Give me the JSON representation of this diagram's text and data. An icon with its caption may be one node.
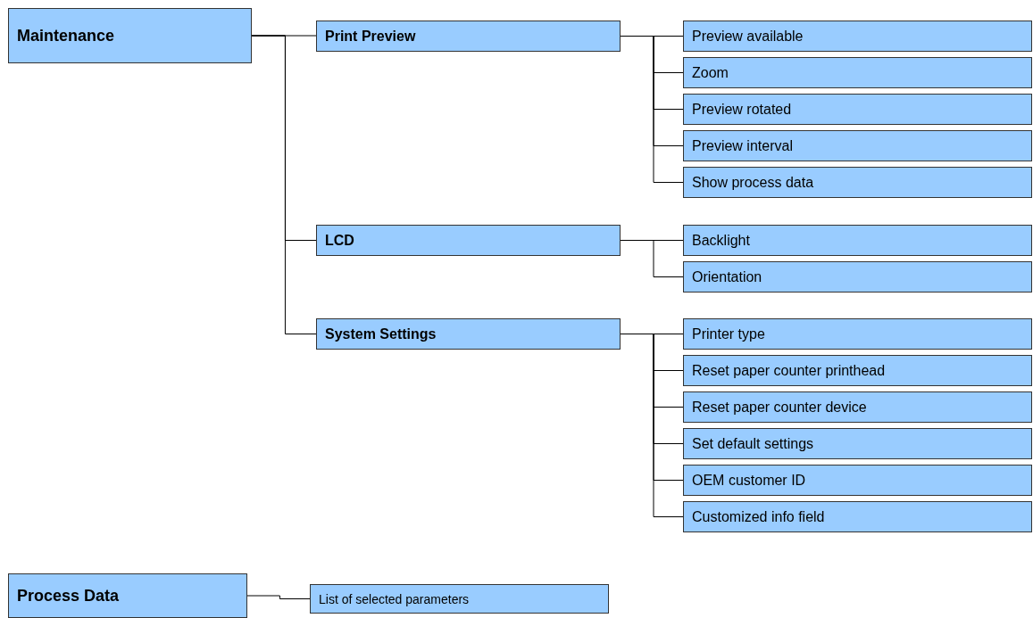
{
  "diagram": {
    "nodes": [
      {
        "text": [
          "Maintenance"
        ]
      },
      {
        "text": [
          "Print Preview"
        ]
      },
      {
        "text": [
          "Preview available"
        ]
      },
      {
        "text": [
          "Zoom"
        ]
      },
      {
        "text": [
          "Preview rotated"
        ]
      },
      {
        "text": [
          "Preview interval"
        ]
      },
      {
        "text": [
          "Show process data"
        ]
      },
      {
        "text": [
          "LCD"
        ]
      },
      {
        "text": [
          "Backlight"
        ]
      },
      {
        "text": [
          "Orientation"
        ]
      },
      {
        "text": [
          "System Settings"
        ]
      },
      {
        "text": [
          "Printer type"
        ]
      },
      {
        "text": [
          "Reset paper counter printhead"
        ]
      },
      {
        "text": [
          "Reset paper counter device"
        ]
      },
      {
        "text": [
          "Set default settings"
        ]
      },
      {
        "text": [
          "OEM customer ID"
        ]
      },
      {
        "text": [
          "Customized info field"
        ]
      },
      {
        "text": [
          "Process Data"
        ]
      },
      {
        "text": [
          "List of selected parameters"
        ]
      }
    ],
    "edges": [
      {
        "from": 0,
        "to": 1,
        "arrow": "none"
      },
      {
        "from": 0,
        "to": 7,
        "arrow": "none"
      },
      {
        "from": 0,
        "to": 10,
        "arrow": "none"
      },
      {
        "from": 1,
        "to": 2,
        "arrow": "none"
      },
      {
        "from": 1,
        "to": 3,
        "arrow": "none"
      },
      {
        "from": 1,
        "to": 4,
        "arrow": "none"
      },
      {
        "from": 1,
        "to": 5,
        "arrow": "none"
      },
      {
        "from": 1,
        "to": 6,
        "arrow": "none"
      },
      {
        "from": 7,
        "to": 8,
        "arrow": "none"
      },
      {
        "from": 7,
        "to": 9,
        "arrow": "none"
      },
      {
        "from": 10,
        "to": 11,
        "arrow": "none"
      },
      {
        "from": 10,
        "to": 12,
        "arrow": "none"
      },
      {
        "from": 10,
        "to": 13,
        "arrow": "none"
      },
      {
        "from": 10,
        "to": 14,
        "arrow": "none"
      },
      {
        "from": 10,
        "to": 15,
        "arrow": "none"
      },
      {
        "from": 10,
        "to": 16,
        "arrow": "none"
      },
      {
        "from": 17,
        "to": 18,
        "arrow": "none"
      }
    ]
  }
}
